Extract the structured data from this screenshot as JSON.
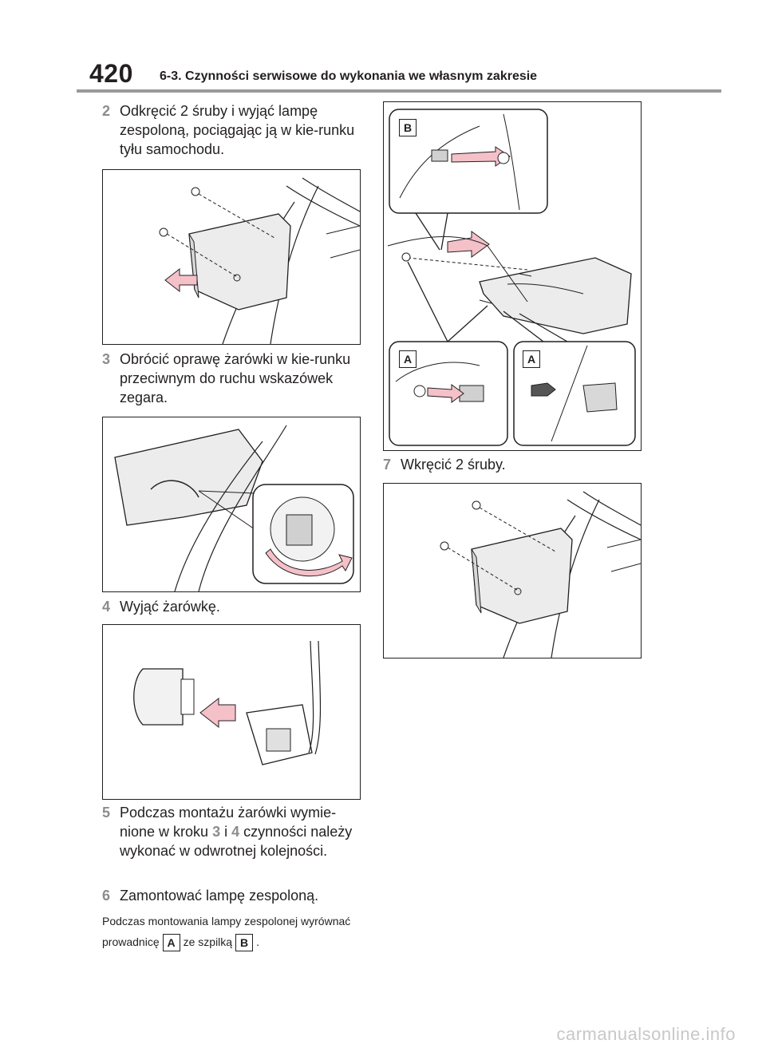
{
  "header": {
    "page_number": "420",
    "section_title": "6-3. Czynności serwisowe do wykonania we własnym zakresie"
  },
  "steps": [
    {
      "num": "2",
      "text": "Odkręcić 2 śruby i wyjąć lampę zespoloną, pociągając ją w kie-runku tyłu samochodu."
    },
    {
      "num": "3",
      "text": "Obrócić oprawę żarówki w kie-runku przeciwnym do ruchu wskazówek zegara."
    },
    {
      "num": "4",
      "text": "Wyjąć żarówkę."
    },
    {
      "num": "5",
      "text_a": "Podczas montażu żarówki wymie-nione w kroku",
      "ref_a": "3",
      "text_b": "i",
      "ref_b": "4",
      "text_c": "czynności należy wykonać w odwrotnej kolejności."
    },
    {
      "num": "6",
      "text": "Zamontować lampę zespoloną."
    },
    {
      "num": "7",
      "text": "Wkręcić 2 śruby."
    }
  ],
  "note": {
    "text_a": "Podczas montowania lampy zespolonej wyrównać prowadnicę",
    "label_a": "A",
    "text_b": "ze szpilką",
    "label_b": "B",
    "text_c": "."
  },
  "figure_labels": {
    "b": "B",
    "a1": "A",
    "a2": "A"
  },
  "colors": {
    "arrow": "#f4c1c9",
    "rule": "#9a9a9a",
    "step_number": "#8c8c8c"
  },
  "footer": "carmanualsonline.info"
}
